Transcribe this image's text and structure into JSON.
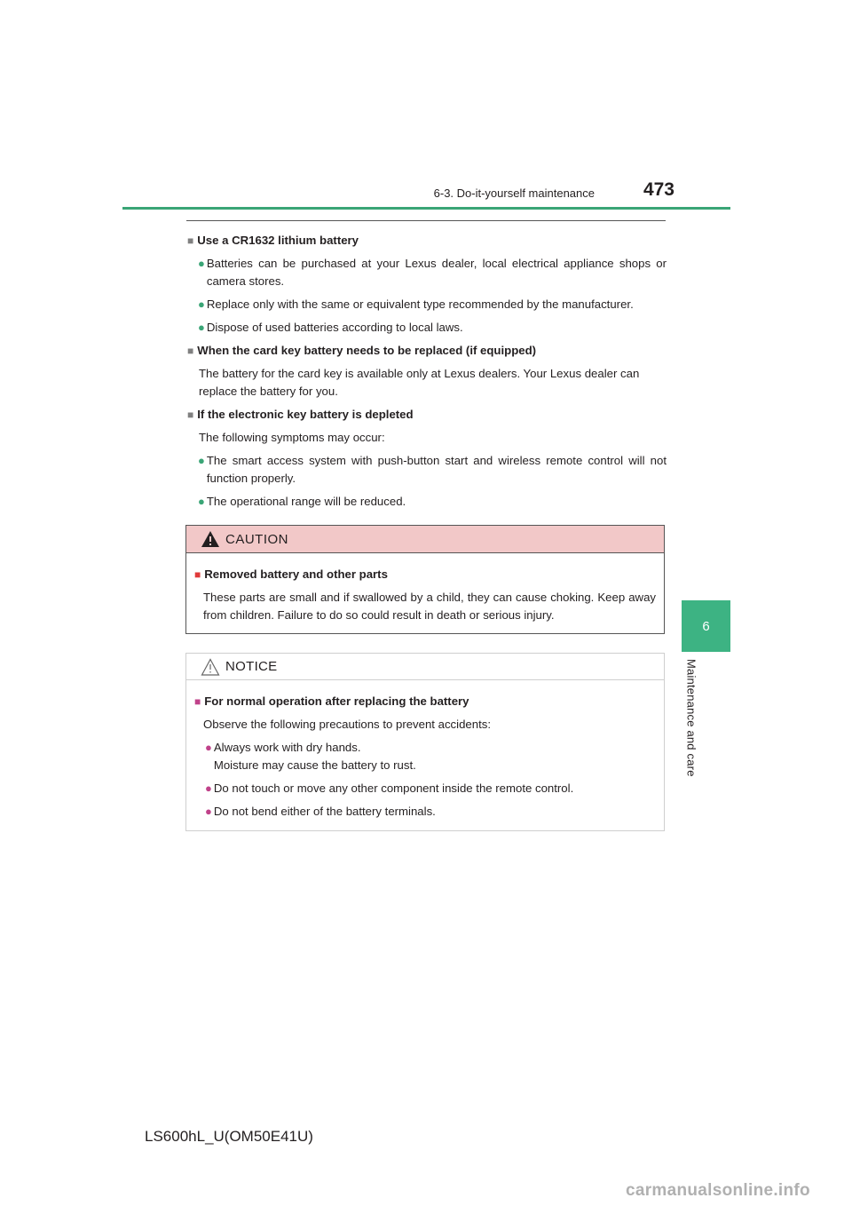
{
  "header": {
    "section_title": "6-3. Do-it-yourself maintenance",
    "page_number": "473"
  },
  "side_tab": {
    "number": "6",
    "label": "Maintenance and care"
  },
  "sections": [
    {
      "heading": "Use a CR1632 lithium battery",
      "bullets": [
        "Batteries can be purchased at your Lexus dealer, local electrical appliance shops or camera stores.",
        "Replace only with the same or equivalent type recommended by the manufacturer.",
        "Dispose of used batteries according to local laws."
      ]
    },
    {
      "heading": "When the card key battery needs to be replaced (if equipped)",
      "paragraph": "The battery for the card key is available only at Lexus dealers. Your Lexus dealer can replace the battery for you."
    },
    {
      "heading": "If the electronic key battery is depleted",
      "paragraph": "The following symptoms may occur:",
      "bullets": [
        "The smart access system with push-button start and wireless remote control will not function properly.",
        "The operational range will be reduced."
      ]
    }
  ],
  "caution": {
    "title": "CAUTION",
    "heading": "Removed battery and other parts",
    "text": "These parts are small and if swallowed by a child, they can cause choking. Keep away from children. Failure to do so could result in death or serious injury."
  },
  "notice": {
    "title": "NOTICE",
    "heading": "For normal operation after replacing the battery",
    "intro": "Observe the following precautions to prevent accidents:",
    "bullets": [
      {
        "line1": "Always work with dry hands.",
        "line2": "Moisture may cause the battery to rust."
      },
      {
        "line1": "Do not touch or move any other component inside the remote control.",
        "line2": ""
      },
      {
        "line1": "Do not bend either of the battery terminals.",
        "line2": ""
      }
    ]
  },
  "footer": {
    "model": "LS600hL_U(OM50E41U)",
    "watermark": "carmanualsonline.info"
  },
  "colors": {
    "accent_green": "#3aa576",
    "caution_pink": "#f2c8c8",
    "notice_bullet": "#c0428a"
  }
}
